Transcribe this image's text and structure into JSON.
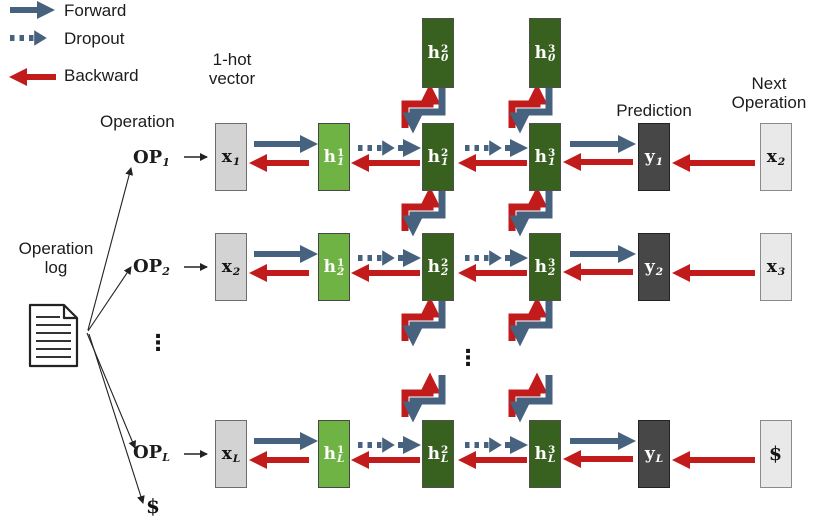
{
  "legend": {
    "forward": "Forward",
    "dropout": "Dropout",
    "backward": "Backward"
  },
  "labels": {
    "one_hot": [
      "1-hot",
      "vector"
    ],
    "operation_header": "Operation",
    "operation_log": [
      "Operation",
      "log"
    ],
    "prediction": "Prediction",
    "next_operation": [
      "Next",
      "Operation"
    ],
    "ellipsis": "⋮",
    "dollar_end": "$"
  },
  "ops": {
    "op1": {
      "base": "OP",
      "sub": "1"
    },
    "op2": {
      "base": "OP",
      "sub": "2"
    },
    "opL": {
      "base": "OP",
      "sub": "L"
    }
  },
  "nodes": {
    "x1": {
      "base": "x",
      "sub": "1"
    },
    "x2": {
      "base": "x",
      "sub": "2"
    },
    "xL": {
      "base": "x",
      "sub": "L"
    },
    "h11": {
      "base": "h",
      "sup": "1",
      "sub": "1"
    },
    "h12": {
      "base": "h",
      "sup": "1",
      "sub": "2"
    },
    "h1L": {
      "base": "h",
      "sup": "1",
      "sub": "L"
    },
    "h20": {
      "base": "h",
      "sup": "2",
      "sub": "0"
    },
    "h21": {
      "base": "h",
      "sup": "2",
      "sub": "1"
    },
    "h22": {
      "base": "h",
      "sup": "2",
      "sub": "2"
    },
    "h2L": {
      "base": "h",
      "sup": "2",
      "sub": "L"
    },
    "h30": {
      "base": "h",
      "sup": "3",
      "sub": "0"
    },
    "h31": {
      "base": "h",
      "sup": "3",
      "sub": "1"
    },
    "h32": {
      "base": "h",
      "sup": "3",
      "sub": "2"
    },
    "h3L": {
      "base": "h",
      "sup": "3",
      "sub": "L"
    },
    "y1": {
      "base": "y",
      "sub": "1"
    },
    "y2": {
      "base": "y",
      "sub": "2"
    },
    "yL": {
      "base": "y",
      "sub": "L"
    },
    "x2r": {
      "base": "x",
      "sub": "2"
    },
    "x3r": {
      "base": "x",
      "sub": "3"
    },
    "dollar": {
      "base": "$"
    }
  },
  "icons": {
    "forward": "solid-right-arrow",
    "dropout": "dotted-right-arrow",
    "backward": "solid-left-arrow",
    "document": "document-page-with-lines"
  },
  "colors": {
    "forward_blue": "#46627f",
    "backward_red": "#c21b1b",
    "hidden_light_green": "#6fb345",
    "hidden_dark_green": "#38601f",
    "prediction_gray": "#474747",
    "input_gray": "#d3d3d3",
    "next_input_gray": "#e9e9e9"
  }
}
